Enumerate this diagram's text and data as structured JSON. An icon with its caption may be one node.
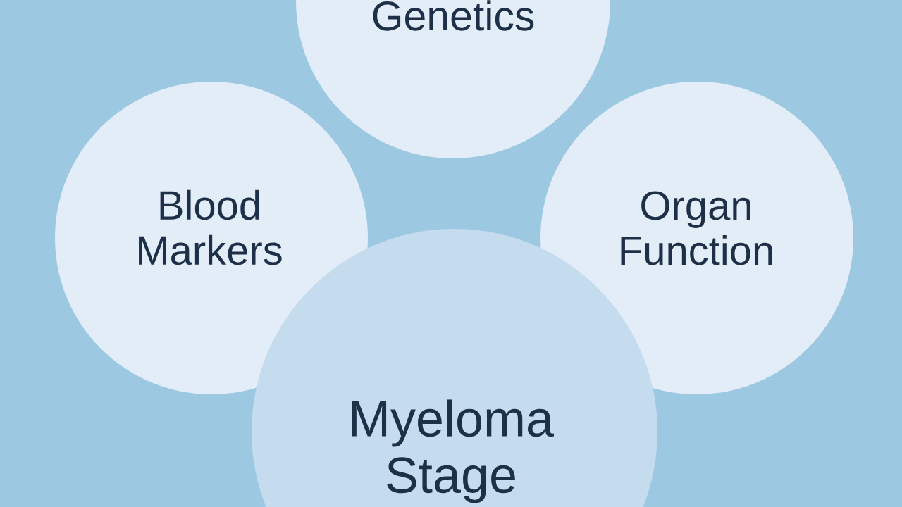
{
  "diagram": {
    "nodes": [
      {
        "text": [
          "Genetics"
        ]
      },
      {
        "text": [
          "Blood Markers"
        ]
      },
      {
        "text": [
          "Organ Function"
        ]
      },
      {
        "text": [
          "Myeloma Stage"
        ]
      }
    ]
  }
}
